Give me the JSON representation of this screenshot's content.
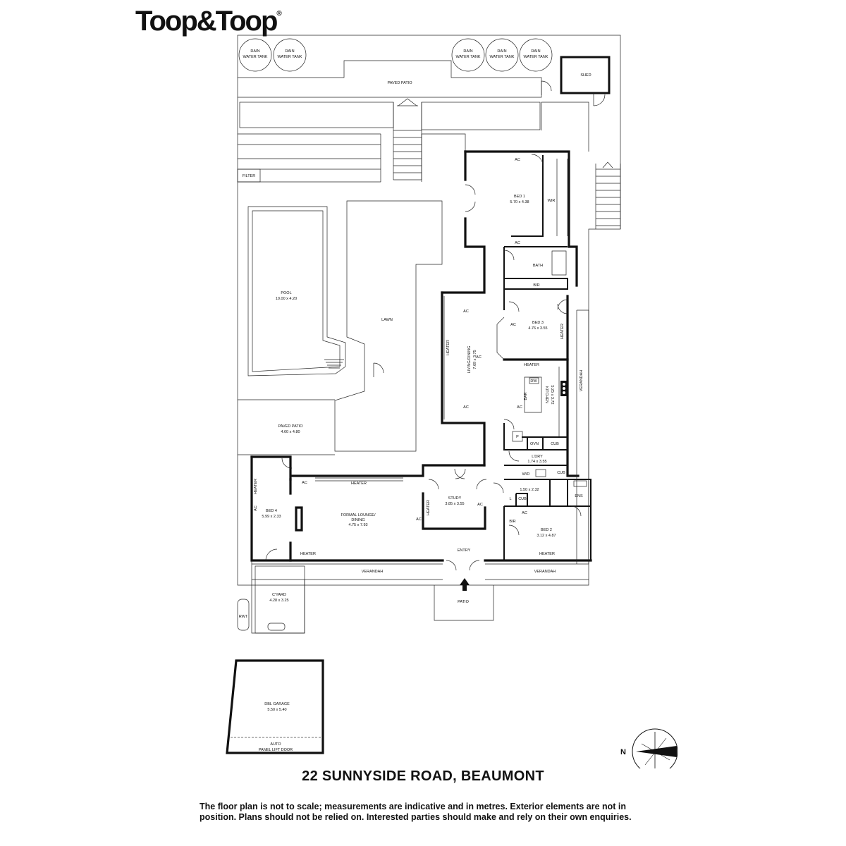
{
  "brand": {
    "name": "Toop&Toop",
    "mark": "®"
  },
  "rooms": {
    "rain_tank": [
      "RAIN",
      "WATER TANK"
    ],
    "shed": "SHED",
    "paved_patio_rear": "PAVED PATIO",
    "filter": "FILTER",
    "pool": {
      "name": "POOL",
      "size": "10.00 x 4.20"
    },
    "lawn": "LAWN",
    "paved_patio_side": {
      "name": "PAVED PATIO",
      "size": "4.60 x 4.80"
    },
    "bed1": {
      "name": "BED 1",
      "size": "5.70 x 4.38"
    },
    "wir": "WIR",
    "bath": "BATH",
    "bir": "BIR",
    "bed3": {
      "name": "BED 3",
      "size": "4.76 x 3.55"
    },
    "living": {
      "name": "LIVING/DINING",
      "size": "7.69 x 3.75"
    },
    "kitchen": {
      "name": "KITCHEN",
      "size": "5.25 x 3.72"
    },
    "bar": "BAR",
    "dw": "DW",
    "pantry": "P",
    "ovn": "OVN",
    "cub": "CUB",
    "ldry": {
      "name": "L'DRY",
      "size": "1.74 x 3.55"
    },
    "wd": "W/D",
    "hall_size": "1.50 x 2.32",
    "linen": "L",
    "ens": "ENS",
    "bed2": {
      "name": "BED 2",
      "size": "3.12 x 4.87"
    },
    "study": {
      "name": "STUDY",
      "size": "3.85 x 3.55"
    },
    "lounge": {
      "name": "FORMAL LOUNGE/",
      "name2": "DINING",
      "size": "4.75 x 7.93"
    },
    "bed4": {
      "name": "BED 4",
      "size": "5.99 x 2.33"
    },
    "entry": "ENTRY",
    "verandah": "VERANDAH",
    "patio_front": "PATIO",
    "cyard": {
      "name": "C'YARD",
      "size": "4.28 x 3.25"
    },
    "rwt": "RWT",
    "garage": {
      "name": "DBL GARAGE",
      "size": "5.50 x 5.40",
      "door1": "AUTO",
      "door2": "PANEL LIFT DOOR"
    },
    "ac": "AC",
    "heater": "HEATER"
  },
  "compass": {
    "north": "N"
  },
  "address": "22 SUNNYSIDE ROAD, BEAUMONT",
  "disclaimer": "The floor plan is not to scale; measurements are indicative and in metres. Exterior elements are not in position. Plans should not be relied on. Interested parties should make and rely on their own enquiries."
}
